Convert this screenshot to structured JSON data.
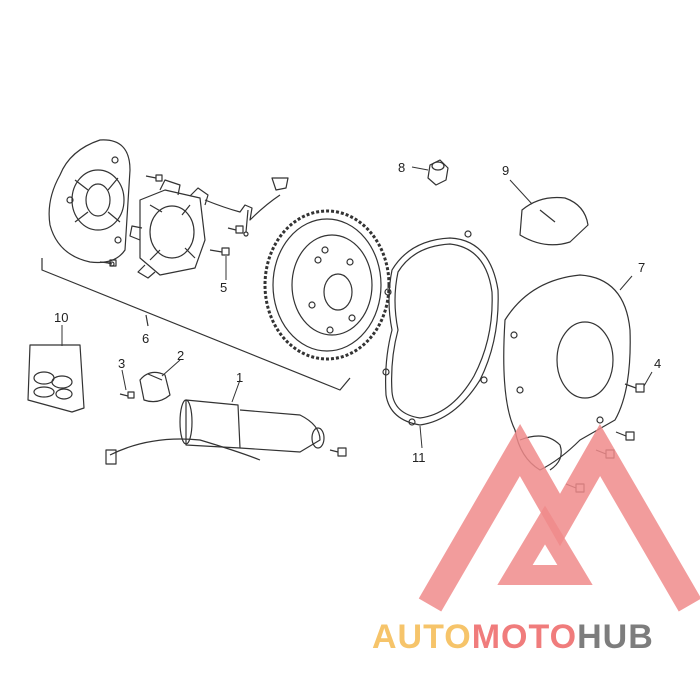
{
  "diagram": {
    "callouts": {
      "c1": "1",
      "c2": "2",
      "c3": "3",
      "c4": "4",
      "c5": "5",
      "c6": "6",
      "c7": "7",
      "c8": "8",
      "c9": "9",
      "c10": "10",
      "c11": "11"
    }
  },
  "watermark": {
    "part_auto": "AUTO",
    "part_moto": "MOTO",
    "part_hub": "HUB",
    "colors": {
      "auto": "#f6c46a",
      "moto": "#f07c7c",
      "hub": "#7d7d7d",
      "logo": "#f08b8b"
    }
  },
  "icons": [
    "stator-plate-icon",
    "stator-coil-icon",
    "flywheel-rotor-icon",
    "gasket-icon",
    "cover-icon",
    "starter-motor-icon",
    "bracket-icon",
    "bolt-icon",
    "nut-icon",
    "seal-kit-icon",
    "grease-tube-icon"
  ]
}
